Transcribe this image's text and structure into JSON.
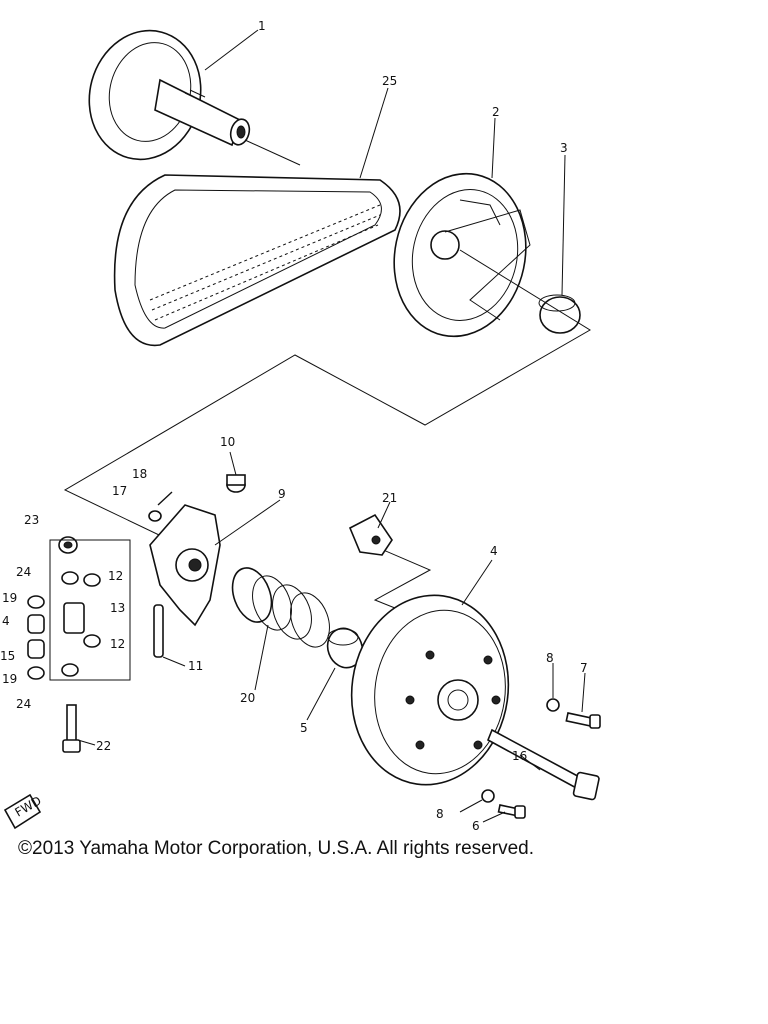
{
  "labels": {
    "p1": "1",
    "p25": "25",
    "p2": "2",
    "p3": "3",
    "p10": "10",
    "p18": "18",
    "p17": "17",
    "p9": "9",
    "p23": "23",
    "p21": "21",
    "p4": "4",
    "p24a": "24",
    "p12a": "12",
    "p19a": "19",
    "p13": "13",
    "p14": "4",
    "p12b": "12",
    "p15": "15",
    "p11": "11",
    "p19b": "19",
    "p24b": "24",
    "p20": "20",
    "p5": "5",
    "p8a": "8",
    "p7": "7",
    "p16": "16",
    "p22": "22",
    "p8b": "8",
    "p6": "6"
  },
  "direction_badge": "FWD",
  "copyright": "©2013 Yamaha Motor Corporation, U.S.A. All rights reserved."
}
